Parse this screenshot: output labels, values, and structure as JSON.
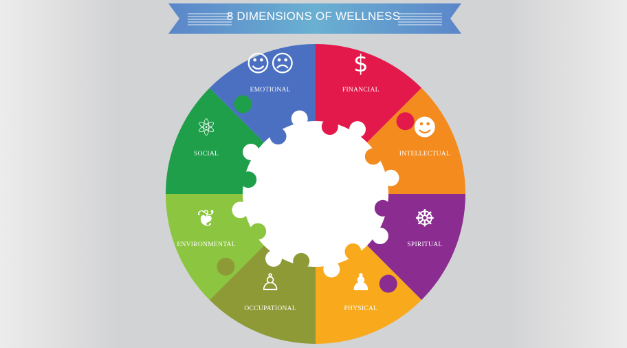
{
  "title": "8 DIMENSIONS OF WELLNESS",
  "colors": {
    "banner_start": "#5b86c9",
    "banner_mid": "#6ab0d2",
    "inner": "#ffffff"
  },
  "dimensions": [
    {
      "label": "FINANCIAL",
      "color": "#e3194b",
      "icon": "money-icon",
      "glyph": "$"
    },
    {
      "label": "INTELLECTUAL",
      "color": "#f38b1f",
      "icon": "brain-head-icon",
      "glyph": "☻"
    },
    {
      "label": "SPIRITUAL",
      "color": "#8b2c91",
      "icon": "meditation-icon",
      "glyph": "☸"
    },
    {
      "label": "PHYSICAL",
      "color": "#f8aa1c",
      "icon": "stretching-person-icon",
      "glyph": "♟"
    },
    {
      "label": "OCCUPATIONAL",
      "color": "#8e9a36",
      "icon": "businessman-icon",
      "glyph": "♙"
    },
    {
      "label": "ENVIRONMENTAL",
      "color": "#8cc53f",
      "icon": "plant-in-hand-icon",
      "glyph": "❦"
    },
    {
      "label": "SOCIAL",
      "color": "#1f9f4a",
      "icon": "network-icon",
      "glyph": "⚛"
    },
    {
      "label": "EMOTIONAL",
      "color": "#4b6fc1",
      "icon": "theater-masks-icon",
      "glyph": "☺☹"
    }
  ]
}
